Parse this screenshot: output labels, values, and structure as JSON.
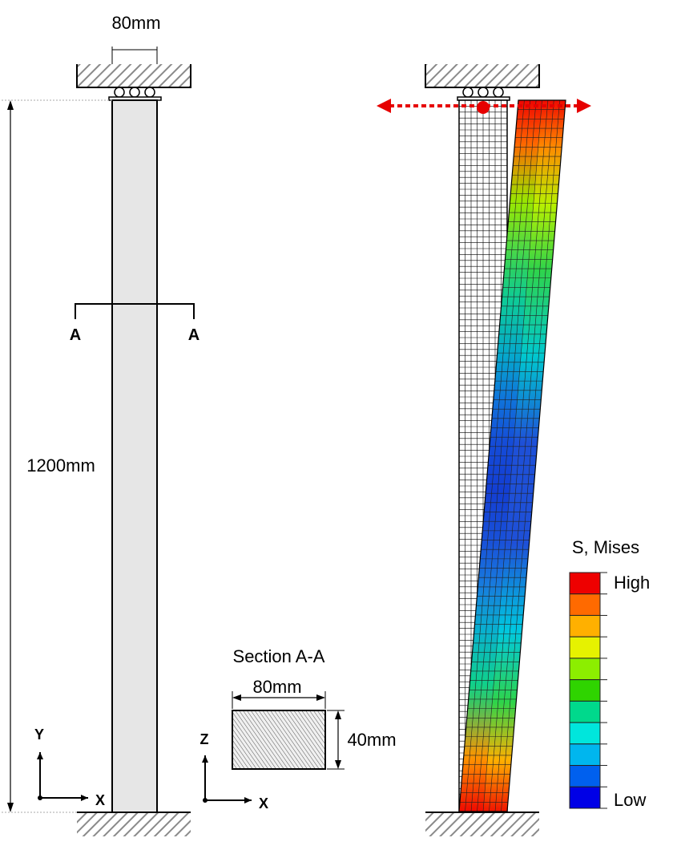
{
  "labels": {
    "top_width": "80mm",
    "height": "1200mm",
    "section_a_left": "A",
    "section_a_right": "A",
    "section_title": "Section A-A",
    "section_width": "80mm",
    "section_depth": "40mm",
    "axis1_vertical": "Y",
    "axis1_horizontal": "X",
    "axis2_vertical": "Z",
    "axis2_horizontal": "X"
  },
  "legend": {
    "title": "S, Mises",
    "high_label": "High",
    "low_label": "Low",
    "colors": [
      "#ee0000",
      "#ff6a00",
      "#ffb000",
      "#e6f200",
      "#8cee00",
      "#2fd400",
      "#00d98c",
      "#00e6dc",
      "#00b6ee",
      "#0060ee",
      "#0000e6"
    ]
  },
  "colors": {
    "column_fill": "#e6e6e6",
    "arrow": "#e60000",
    "hatch": "#8a8a8a"
  }
}
